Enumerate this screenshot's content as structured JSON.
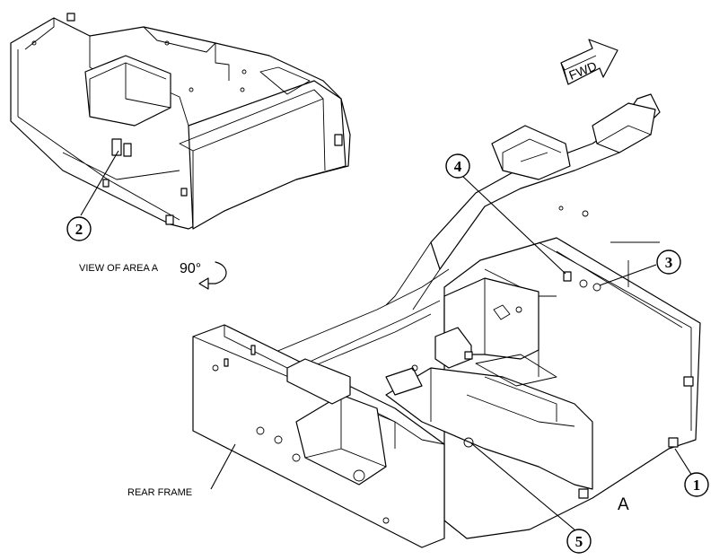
{
  "diagram": {
    "view_label_text": "VIEW OF AREA A",
    "view_label_rotation": "90°",
    "rear_frame_label": "REAR FRAME",
    "area_marker": "A",
    "fwd_arrow_text": "FWD",
    "callouts": [
      {
        "id": "1",
        "label": "1"
      },
      {
        "id": "2",
        "label": "2"
      },
      {
        "id": "3",
        "label": "3"
      },
      {
        "id": "4",
        "label": "4"
      },
      {
        "id": "5",
        "label": "5"
      }
    ]
  }
}
